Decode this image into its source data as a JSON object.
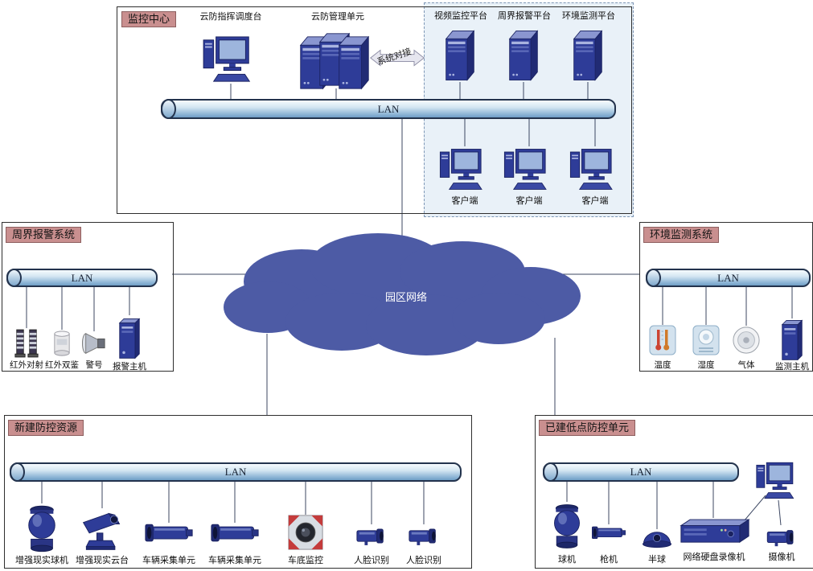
{
  "monitoring_center": {
    "title": "监控中心",
    "dispatch_console": "云防指挥调度台",
    "management_unit": "云防管理单元",
    "system_link": "系统对接",
    "lan_label": "LAN",
    "platforms": [
      "视频监控平台",
      "周界报警平台",
      "环境监测平台"
    ],
    "clients": [
      "客户端",
      "客户端",
      "客户端"
    ]
  },
  "campus_network": {
    "label": "园区网络"
  },
  "perimeter_alarm": {
    "title": "周界报警系统",
    "lan_label": "LAN",
    "devices": [
      "红外对射",
      "红外双鉴",
      "警号",
      "报警主机"
    ]
  },
  "environment_monitoring": {
    "title": "环境监测系统",
    "lan_label": "LAN",
    "devices": [
      "温度",
      "湿度",
      "气体",
      "监测主机"
    ]
  },
  "new_prevention_resources": {
    "title": "新建防控资源",
    "lan_label": "LAN",
    "devices": [
      "增强现实球机",
      "增强现实云台",
      "车辆采集单元",
      "车辆采集单元",
      "车底监控",
      "人脸识别",
      "人脸识别"
    ]
  },
  "existing_low_point_units": {
    "title": "已建低点防控单元",
    "lan_label": "LAN",
    "devices": [
      "球机",
      "枪机",
      "半球",
      "网络硬盘录像机",
      "摄像机"
    ]
  },
  "colors": {
    "device_navy": "#2e3c98",
    "lan_blue": "#8fb6d6",
    "cloud_blue": "#4d5ba5",
    "title_chip_pink": "#c98f8f",
    "platform_zone_bg": "#e9f1f8"
  }
}
